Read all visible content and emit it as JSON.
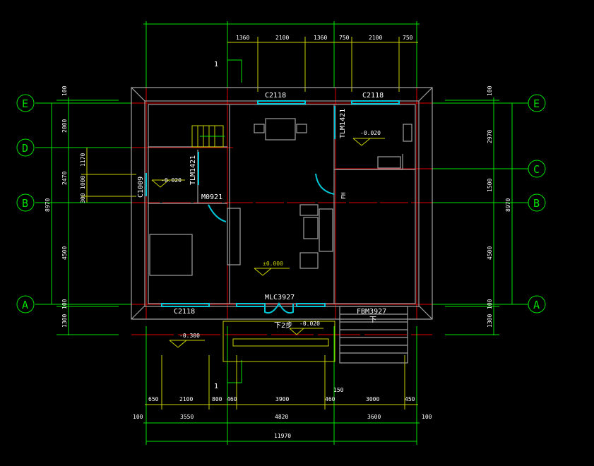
{
  "axes": {
    "E": "E",
    "D": "D",
    "C": "C",
    "B": "B",
    "A": "A"
  },
  "top_dims": [
    "1360",
    "2100",
    "1360",
    "750",
    "2100",
    "750"
  ],
  "bottom_dims_1": [
    "650",
    "2100",
    "800",
    "460",
    "3900",
    "460",
    "3000",
    "450"
  ],
  "bottom_dims_2": [
    "100",
    "3550",
    "4820",
    "3600",
    "100"
  ],
  "bottom_total": "11970",
  "dim_150": "150",
  "left_dims": [
    "100",
    "2000",
    "2470",
    "4500",
    "100",
    "1300"
  ],
  "left_total": "8970",
  "left_sub_dims": [
    "1170",
    "1000",
    "300"
  ],
  "right_dims": [
    "100",
    "2970",
    "1500",
    "4500",
    "100",
    "1300"
  ],
  "right_total": "8970",
  "section_mark": "1",
  "labels": {
    "window_top_1": "C2118",
    "window_top_2": "C2118",
    "window_bottom": "C2118",
    "main_door": "MLC3927",
    "garage_door": "FBM3927",
    "sliding_door_kitchen": "TLM1421",
    "sliding_door_bath": "TLM1421",
    "door_bedroom": "M0921",
    "window_bath": "C1009",
    "fire_hydrant": "FH",
    "down_steps": "下2步",
    "down": "下"
  },
  "levels": {
    "kitchen": "-0.020",
    "bath": "-0.020",
    "living": "±0.000",
    "outside": "-0.300",
    "porch": "-0.020"
  },
  "colors": {
    "background": "#000000",
    "axis": "#00e000",
    "dimension": "#c8d000",
    "wall_axis": "#e00000",
    "window": "#00c8d8",
    "wall": "#a0a0a0"
  }
}
